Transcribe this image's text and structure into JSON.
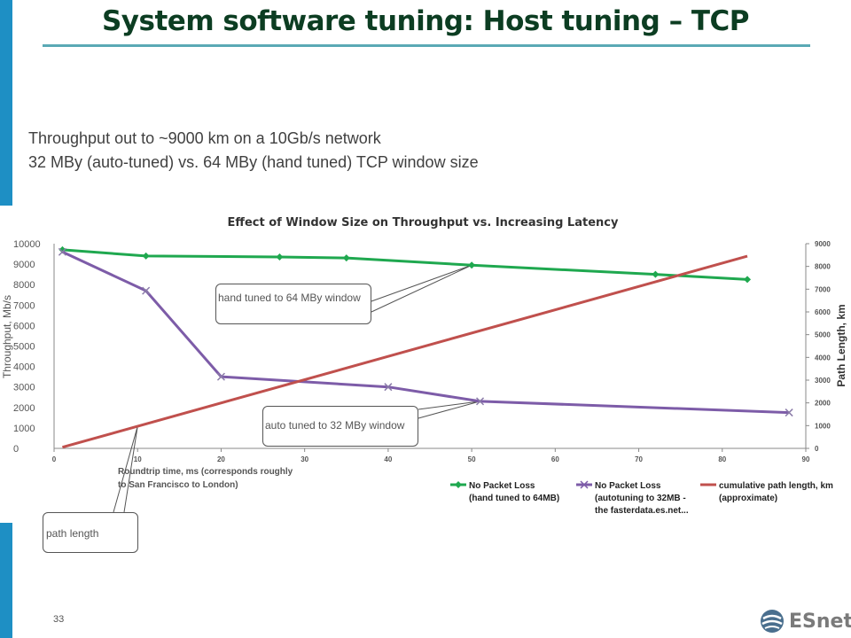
{
  "slide": {
    "title": "System software tuning: Host tuning – TCP",
    "subtitle_line1": "Throughput out to ~9000 km on a 10Gb/s network",
    "subtitle_line2": "32 MBy (auto-tuned) vs. 64 MBy (hand tuned) TCP window size",
    "page_number": "33",
    "logo_text": "ESnet",
    "logo_icon": "esnet-globe-icon",
    "accent_color": "#1e8fc4"
  },
  "callouts": {
    "hand_tuned": "hand tuned to 64 MBy window",
    "auto_tuned": "auto tuned to 32 MBy window",
    "path_length": "path length"
  },
  "chart_data": {
    "type": "line",
    "title": "Effect of Window Size on Throughput vs. Increasing Latency",
    "xlabel": "Roundtrip time, ms (corresponds roughly to San Francisco to London)",
    "ylabel": "Throughput, Mb/s",
    "y2label": "Path Length, km",
    "xlim": [
      0,
      90
    ],
    "ylim": [
      0,
      10000
    ],
    "y2lim": [
      0,
      9000
    ],
    "x_ticks": [
      "0",
      "10",
      "20",
      "30",
      "40",
      "50",
      "60",
      "70",
      "80",
      "90"
    ],
    "y_ticks": [
      "0",
      "1000",
      "2000",
      "3000",
      "4000",
      "5000",
      "6000",
      "7000",
      "8000",
      "9000",
      "10000"
    ],
    "y2_ticks": [
      "0",
      "1000",
      "2000",
      "3000",
      "4000",
      "5000",
      "6000",
      "7000",
      "8000",
      "9000"
    ],
    "grid": false,
    "legend_position": "bottom",
    "series": [
      {
        "name": "No Packet Loss (hand tuned to 64MB)",
        "axis": "left",
        "color": "#1fa84f",
        "marker": "diamond",
        "x": [
          1,
          11,
          27,
          35,
          50,
          72,
          83
        ],
        "y": [
          9700,
          9400,
          9350,
          9300,
          8950,
          8500,
          8250
        ]
      },
      {
        "name": "No Packet Loss (autotuning to 32MB - the fasterdata.es.net...",
        "axis": "left",
        "color": "#7d5ca8",
        "marker": "x",
        "x": [
          1,
          11,
          20,
          40,
          51,
          88
        ],
        "y": [
          9600,
          7700,
          3500,
          3000,
          2300,
          1750
        ]
      },
      {
        "name": "cumulative path length, km (approximate)",
        "axis": "right",
        "color": "#c0504d",
        "marker": "none",
        "x": [
          1,
          83
        ],
        "y": [
          50,
          8450
        ]
      }
    ]
  }
}
